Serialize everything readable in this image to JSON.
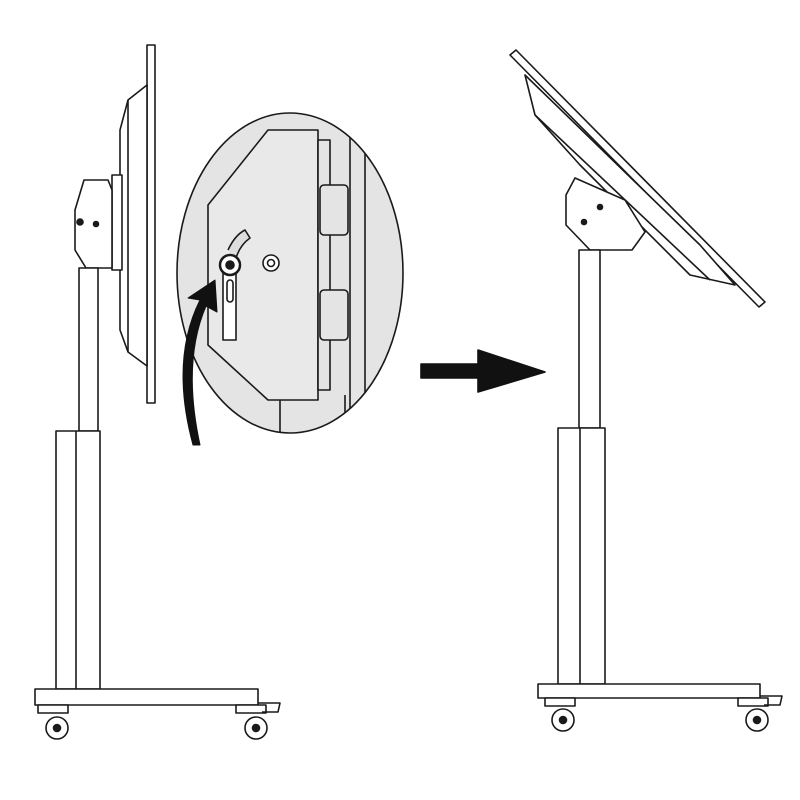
{
  "diagram": {
    "panels": [
      "stand-upright",
      "detail-zoom",
      "transition-arrow",
      "stand-tilted"
    ],
    "colors": {
      "line": "#1a1a1a",
      "fill": "#ffffff",
      "detail_background": "#e4e4e4",
      "arrow": "#111111"
    }
  }
}
